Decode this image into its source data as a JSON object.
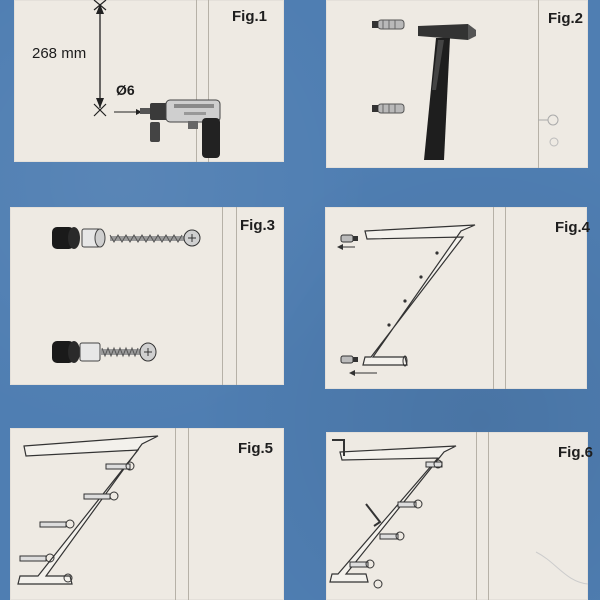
{
  "colors": {
    "background_blue": "#4f7eb2",
    "panel_paper": "#eeeae3",
    "line_art": "#333333"
  },
  "figures": [
    {
      "label": "Fig.1",
      "annotations": {
        "distance": "268 mm",
        "drill_bit": "Ø6"
      }
    },
    {
      "label": "Fig.2"
    },
    {
      "label": "Fig.3"
    },
    {
      "label": "Fig.4"
    },
    {
      "label": "Fig.5"
    },
    {
      "label": "Fig.6"
    }
  ],
  "icons": [
    "drill-icon",
    "hammer-icon",
    "wall-plug-icon",
    "screw-icon",
    "z-rack-icon",
    "hook-icon",
    "allen-key-icon"
  ]
}
